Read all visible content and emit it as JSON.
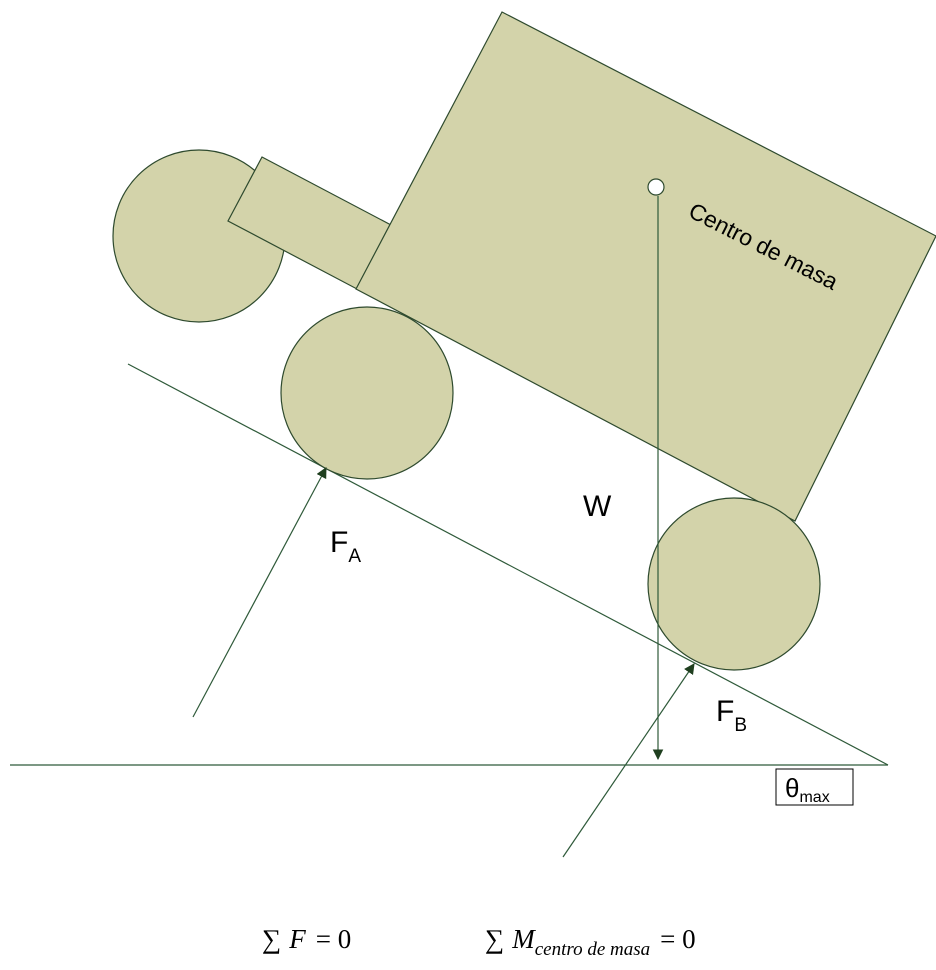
{
  "labels": {
    "center_of_mass": "Centro de masa",
    "weight": "W",
    "force_a": "F",
    "force_a_sub": "A",
    "force_b": "F",
    "force_b_sub": "B",
    "angle": "θ",
    "angle_sub": "max"
  },
  "equations": {
    "sum_symbol": "∑",
    "force_var": "F",
    "force_rhs": "= 0",
    "moment_var": "M",
    "moment_sub": "centro de masa",
    "moment_rhs": "= 0"
  },
  "colors": {
    "body_fill": "#d3d3aa",
    "outline": "#2e4a2e",
    "line": "#2f5a3a",
    "arrow_head": "#1f3f1f"
  },
  "icons": {
    "center_marker": "circle-marker",
    "arrow_head": "triangle-arrowhead"
  }
}
